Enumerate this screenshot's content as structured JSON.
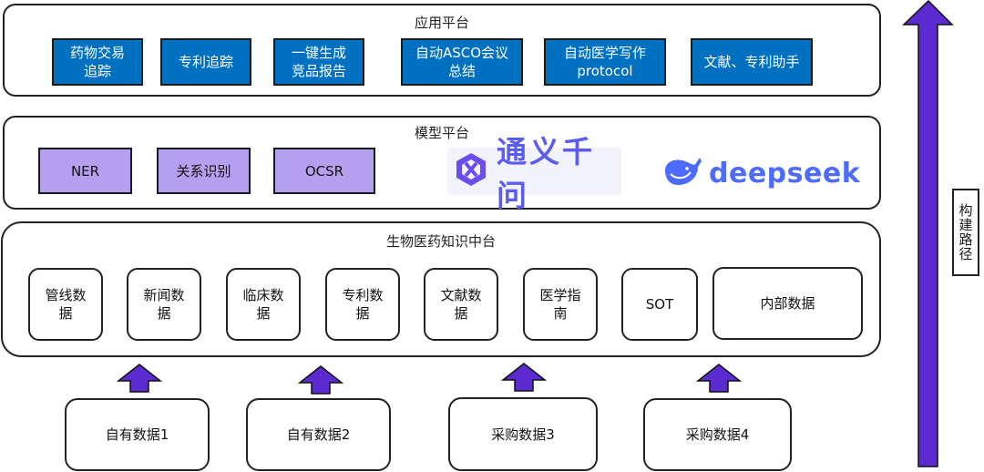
{
  "application_layer": {
    "title": "应用平台",
    "items": [
      {
        "label": "药物交易\n追踪"
      },
      {
        "label": "专利追踪"
      },
      {
        "label": "一键生成\n竞品报告"
      },
      {
        "label": "自动ASCO会议\n总结"
      },
      {
        "label": "自动医学写作\nprotocol"
      },
      {
        "label": "文献、专利助手"
      }
    ]
  },
  "model_layer": {
    "title": "模型平台",
    "items": [
      {
        "label": "NER"
      },
      {
        "label": "关系识别"
      },
      {
        "label": "OCSR"
      }
    ],
    "logos": [
      {
        "name": "qwen",
        "text": "通义千问"
      },
      {
        "name": "deepseek",
        "text": "deepseek"
      }
    ]
  },
  "knowledge_layer": {
    "title": "生物医药知识中台",
    "items": [
      {
        "label": "管线数\n据"
      },
      {
        "label": "新闻数\n据"
      },
      {
        "label": "临床数\n据"
      },
      {
        "label": "专利数\n据"
      },
      {
        "label": "文献数\n据"
      },
      {
        "label": "医学指\n南"
      },
      {
        "label": "SOT"
      },
      {
        "label": "内部数据"
      }
    ]
  },
  "sources": [
    {
      "label": "自有数据1"
    },
    {
      "label": "自有数据2"
    },
    {
      "label": "采购数据3"
    },
    {
      "label": "采购数据4"
    }
  ],
  "build_path": {
    "label": "构建路径"
  },
  "colors": {
    "app_blue": "#0070c0",
    "model_purple": "#b4a0ef",
    "arrow_purple": "#5b2bd1",
    "qwen_purple": "#5b5cf0",
    "deepseek_blue": "#4d6bfe"
  }
}
